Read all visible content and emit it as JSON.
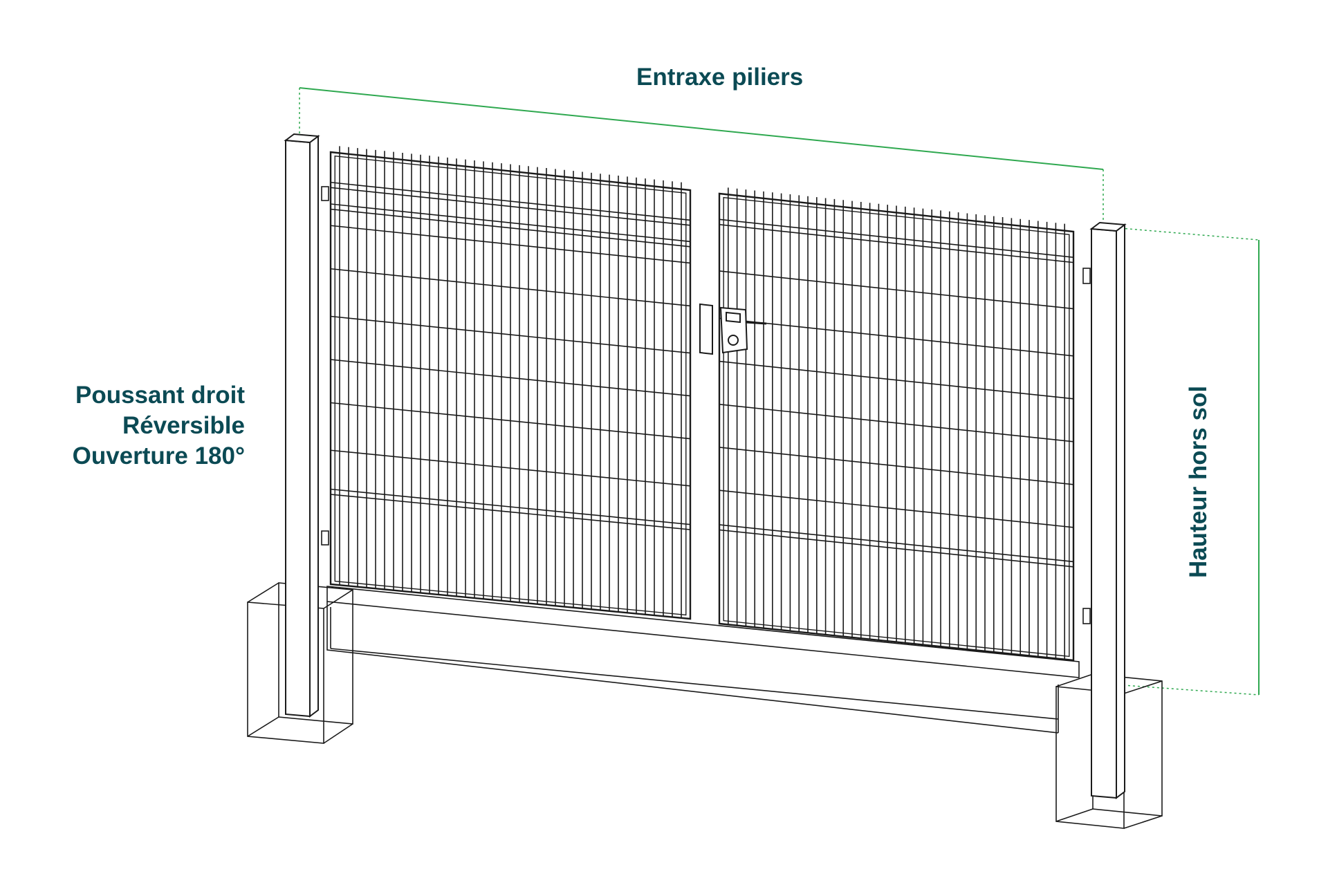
{
  "labels": {
    "width_dimension": "Entraxe piliers",
    "height_dimension": "Hauteur hors sol",
    "features": [
      "Poussant droit",
      "Réversible",
      "Ouverture 180°"
    ]
  },
  "colors": {
    "text": "#0b4a54",
    "dimension_line": "#2ea84f",
    "drawing": "#1a1a1a"
  }
}
